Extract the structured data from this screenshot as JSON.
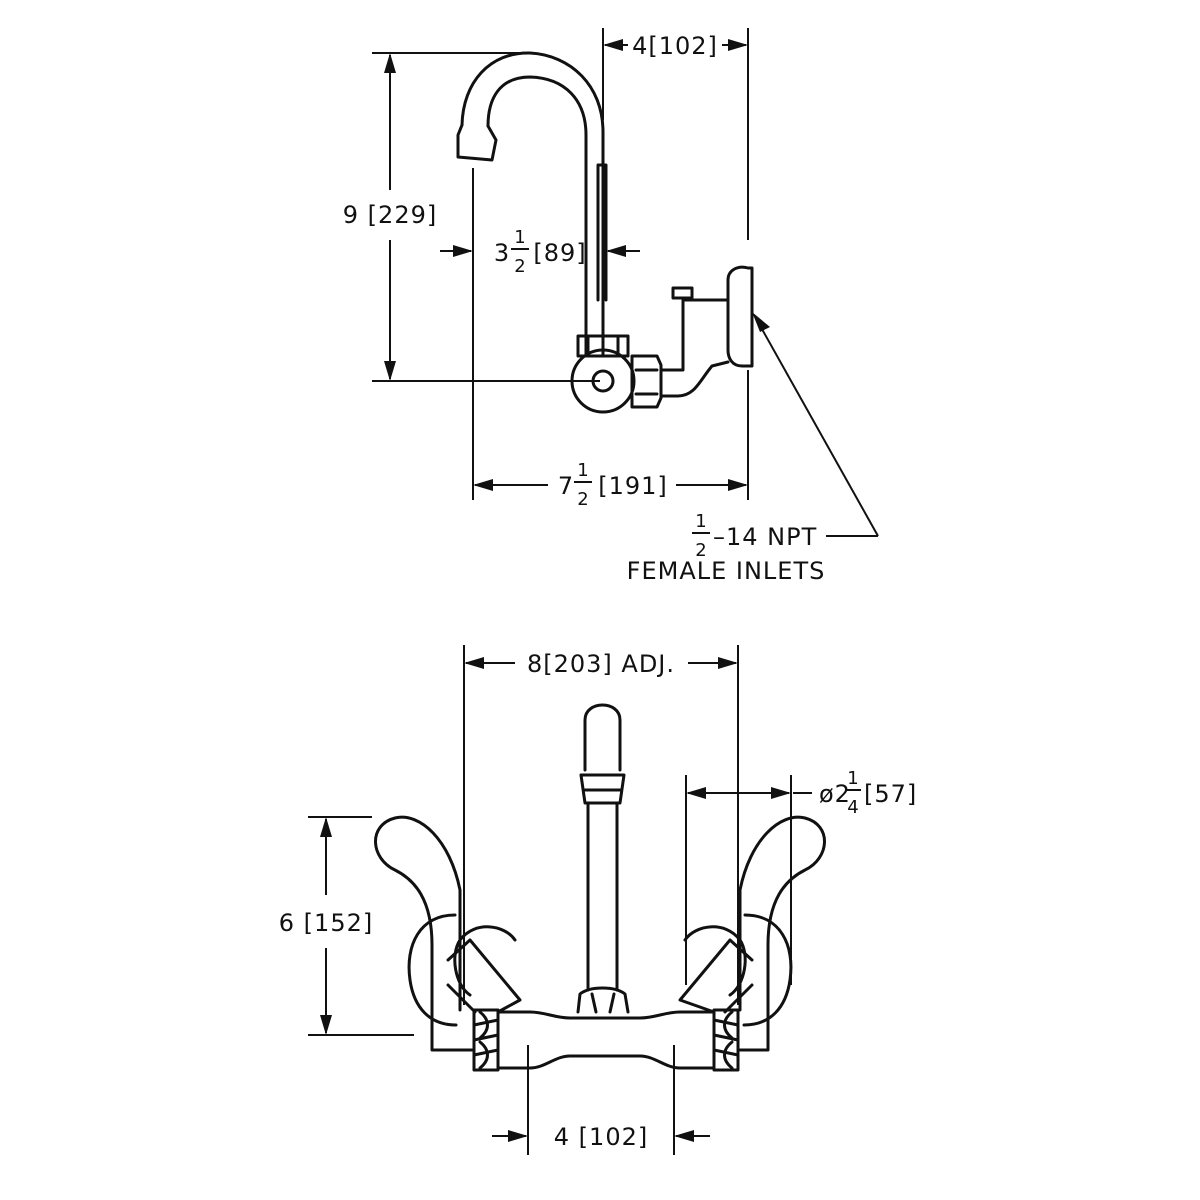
{
  "side_view": {
    "projection_label": "4[102]",
    "height_label": "9 [229]",
    "spout_reach_whole": "3",
    "spout_reach_num": "1",
    "spout_reach_den": "2",
    "spout_reach_metric": "[89]",
    "depth_whole": "7",
    "depth_num": "1",
    "depth_den": "2",
    "depth_metric": "[191]",
    "inlet_num": "1",
    "inlet_den": "2",
    "inlet_thread": "–14 NPT",
    "inlet_type": "FEMALE INLETS"
  },
  "front_view": {
    "centers_label": "8[203] ADJ.",
    "flange_prefix": "ø2",
    "flange_num": "1",
    "flange_den": "4",
    "flange_metric": "[57]",
    "handle_height_label": "6 [152]",
    "body_width_label": "4 [102]"
  }
}
